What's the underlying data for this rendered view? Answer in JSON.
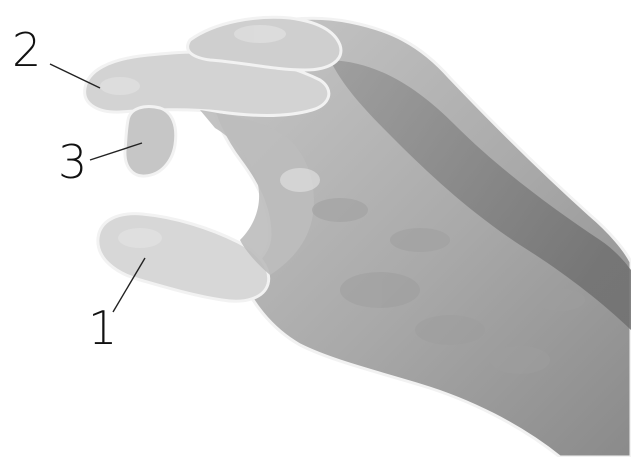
{
  "callouts": [
    {
      "id": "callout-2",
      "number": "2"
    },
    {
      "id": "callout-3",
      "number": "3"
    },
    {
      "id": "callout-1",
      "number": "1"
    }
  ],
  "colors": {
    "background": "#ffffff",
    "skin_light": "#d9d9d9",
    "skin_mid": "#bdbdbd",
    "skin_dark": "#8c8c8c",
    "skin_shadow": "#6e6e6e",
    "outline": "#f0f0f0",
    "text": "#111111"
  }
}
